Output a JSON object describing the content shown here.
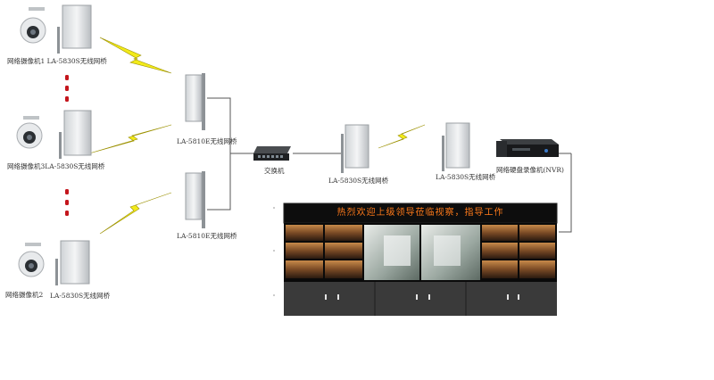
{
  "labels": {
    "camera1": "网络摄像机1 LA-5830S无线网桥",
    "camera3": "网络摄像机3LA-5830S无线网桥",
    "camera2": "网络摄像机2",
    "camera2_bridge": "LA-5830S无线网桥",
    "relay_bridge_top": "LA-5810E无线网桥",
    "relay_bridge_bottom": "LA-5810E无线网桥",
    "switch": "交换机",
    "bridge_center": "LA-5830S无线网桥",
    "bridge_right": "LA-5830S无线网桥",
    "nvr": "网络硬盘录像机(NVR)"
  },
  "video_wall": {
    "banner": "热烈欢迎上级领导莅临视察，指导工作"
  },
  "colors": {
    "line": "#555555",
    "bolt": "#f2ea1a",
    "bolt_outline": "#9a8f00",
    "dots": "#c4151c",
    "banner_text": "#ff7a1a",
    "wall_cabinet": "#3a3a3a"
  }
}
